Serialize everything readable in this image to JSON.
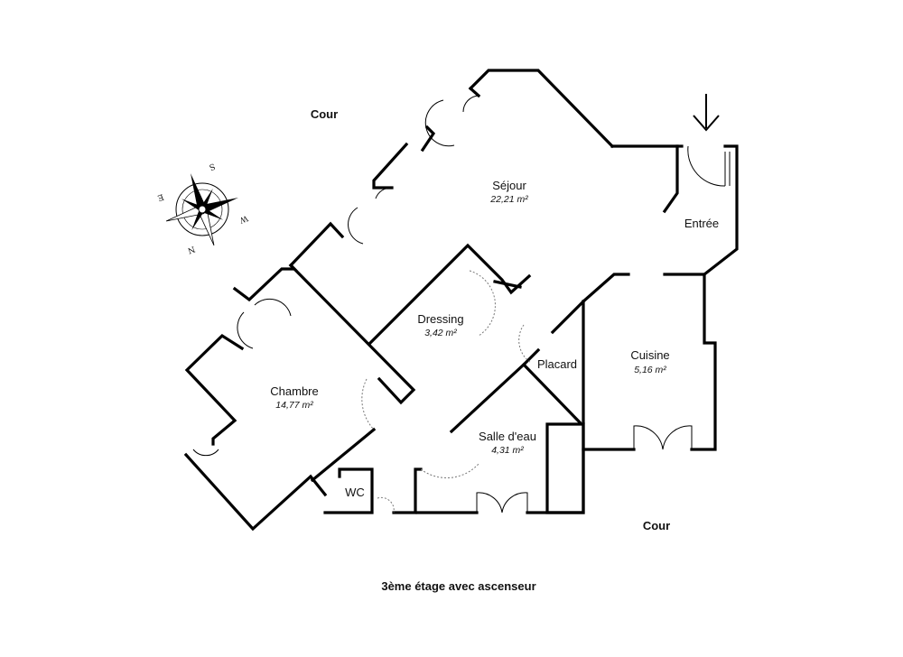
{
  "rooms": {
    "sejour": {
      "name": "Séjour",
      "area": "22,21 m²"
    },
    "entree": {
      "name": "Entrée"
    },
    "dressing": {
      "name": "Dressing",
      "area": "3,42 m²"
    },
    "placard": {
      "name": "Placard"
    },
    "cuisine": {
      "name": "Cuisine",
      "area": "5,16 m²"
    },
    "chambre": {
      "name": "Chambre",
      "area": "14,77 m²"
    },
    "salle": {
      "name": "Salle d'eau",
      "area": "4,31 m²"
    },
    "wc": {
      "name": "WC"
    }
  },
  "outside": {
    "top": "Cour",
    "bottom": "Cour"
  },
  "compass": {
    "s": "S",
    "e": "E",
    "w": "W",
    "n": "N"
  },
  "footer": "3ème étage avec ascenseur"
}
